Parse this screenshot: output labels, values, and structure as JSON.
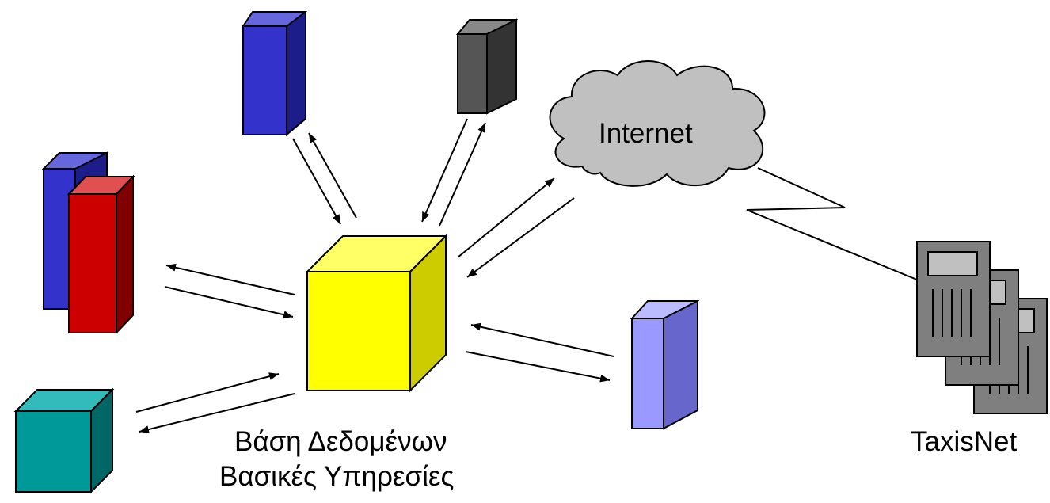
{
  "diagram": {
    "center_label_line1": "Βάση Δεδομένων",
    "center_label_line2": "Βασικές Υπηρεσίες",
    "cloud_label": "Internet",
    "remote_label": "TaxisNet"
  },
  "colors": {
    "database": "#ffff00",
    "blue_server": "#3333cc",
    "red_server": "#cc0000",
    "dark_server": "#555555",
    "light_server": "#9999ff",
    "teal_box": "#009999",
    "cloud": "#c0c0c0",
    "taxisnet_machine": "#7f7f7f"
  }
}
